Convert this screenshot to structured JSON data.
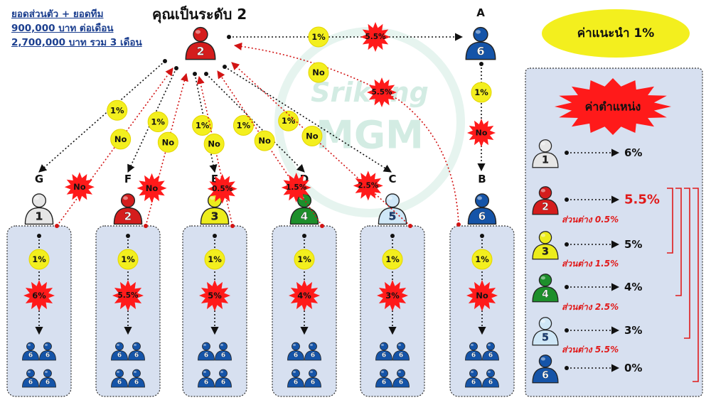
{
  "header": {
    "title": "คุณเป็นระดับ 2",
    "info_lines": [
      "ยอดส่วนตัว + ยอดทีม",
      "900,000 บาท ต่อเดือน",
      "2,700,000 บาท รวม 3 เดือน"
    ]
  },
  "watermark": {
    "top": "Srikung",
    "bottom": "MGM"
  },
  "referral_badge": {
    "label": "ค่าแนะนำ 1%"
  },
  "legend": {
    "title": "ค่าตำแหน่ง",
    "levels": [
      {
        "number": "1",
        "value": "6%",
        "color": "#e6e6e6",
        "text_color": "#222222"
      },
      {
        "number": "2",
        "value": "5.5%",
        "color": "#d41d1d",
        "text_color": "#ffffff",
        "value_color": "#e01b1b"
      },
      {
        "number": "3",
        "value": "5%",
        "color": "#ecec1c",
        "text_color": "#222222"
      },
      {
        "number": "4",
        "value": "4%",
        "color": "#1d8f2b",
        "text_color": "#ffffff"
      },
      {
        "number": "5",
        "value": "3%",
        "color": "#cfe7f7",
        "text_color": "#1b3f7a"
      },
      {
        "number": "6",
        "value": "0%",
        "color": "#1554a8",
        "text_color": "#ffffff"
      }
    ],
    "diffs": [
      "ส่วนต่าง 0.5%",
      "ส่วนต่าง 1.5%",
      "ส่วนต่าง 2.5%",
      "ส่วนต่าง 5.5%"
    ]
  },
  "root": {
    "number": "2",
    "color": "#d41d1d"
  },
  "a_node": {
    "letter": "A",
    "number": "6",
    "rate": "1%",
    "burst": "5.5%",
    "down_rate": "1%",
    "down_burst": "No"
  },
  "red_no_badge": "No",
  "red_burst_55": "5.5%",
  "branches": [
    {
      "letter": "G",
      "number": "1",
      "color": "#e6e6e6",
      "text_color": "#222222",
      "rate": "1%",
      "no": "No",
      "burst": "No",
      "down_rate": "1%",
      "down_burst": "6%"
    },
    {
      "letter": "F",
      "number": "2",
      "color": "#d41d1d",
      "text_color": "#ffffff",
      "rate": "1%",
      "no": "No",
      "burst": "No",
      "down_rate": "1%",
      "down_burst": "5.5%"
    },
    {
      "letter": "E",
      "number": "3",
      "color": "#ecec1c",
      "text_color": "#222222",
      "rate": "1%",
      "no": "No",
      "burst": "0.5%",
      "down_rate": "1%",
      "down_burst": "5%"
    },
    {
      "letter": "D",
      "number": "4",
      "color": "#1d8f2b",
      "text_color": "#ffffff",
      "rate": "1%",
      "no": "No",
      "burst": "1.5%",
      "down_rate": "1%",
      "down_burst": "4%"
    },
    {
      "letter": "C",
      "number": "5",
      "color": "#cfe7f7",
      "text_color": "#1b3f7a",
      "rate": "1%",
      "no": "No",
      "burst": "2.5%",
      "down_rate": "1%",
      "down_burst": "3%"
    },
    {
      "letter": "B",
      "number": "6",
      "color": "#1554a8",
      "text_color": "#ffffff",
      "rate": "",
      "no": "",
      "burst": "",
      "down_rate": "1%",
      "down_burst": "No"
    }
  ],
  "team_member_number": "6",
  "colors": {
    "panel": "#d7e0f0",
    "yellow": "#f3ef1e",
    "burst": "#ff1a1a",
    "member": "#1554a8",
    "navy": "#1c3f8f"
  }
}
